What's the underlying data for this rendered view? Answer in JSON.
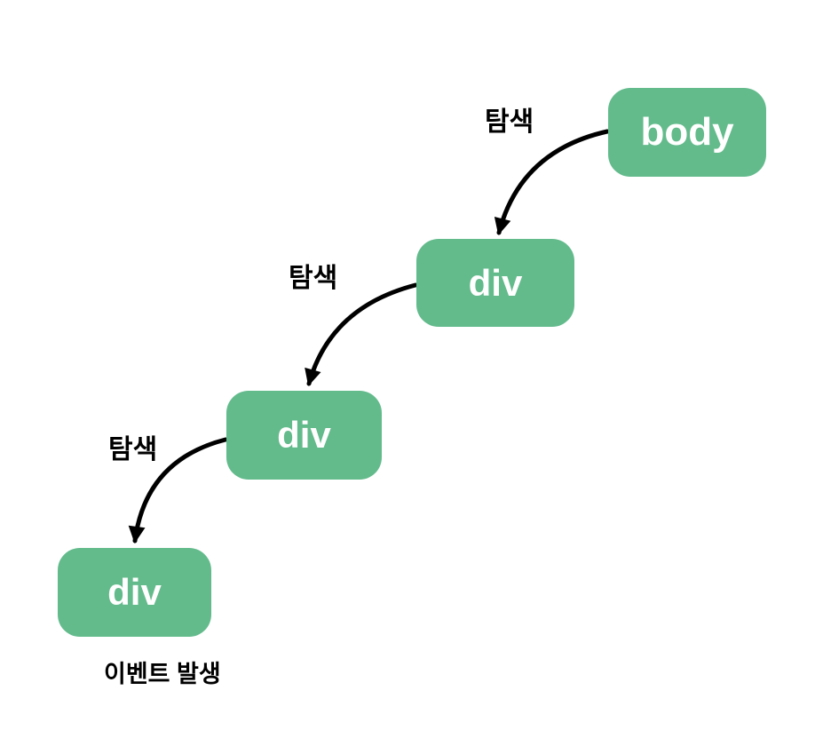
{
  "diagram": {
    "type": "flow",
    "caption": "이벤트 발생",
    "colors": {
      "background": "#FFFFFF",
      "node_fill": "#63BB8C",
      "node_text": "#FFFFFF",
      "arrow": "#000000",
      "label_text": "#000000"
    },
    "nodes": [
      {
        "id": "body",
        "label": "body"
      },
      {
        "id": "div-1",
        "label": "div"
      },
      {
        "id": "div-2",
        "label": "div"
      },
      {
        "id": "div-3",
        "label": "div"
      }
    ],
    "edges": [
      {
        "from": "body",
        "to": "div-1",
        "label": "탐색"
      },
      {
        "from": "div-1",
        "to": "div-2",
        "label": "탐색"
      },
      {
        "from": "div-2",
        "to": "div-3",
        "label": "탐색"
      }
    ]
  }
}
